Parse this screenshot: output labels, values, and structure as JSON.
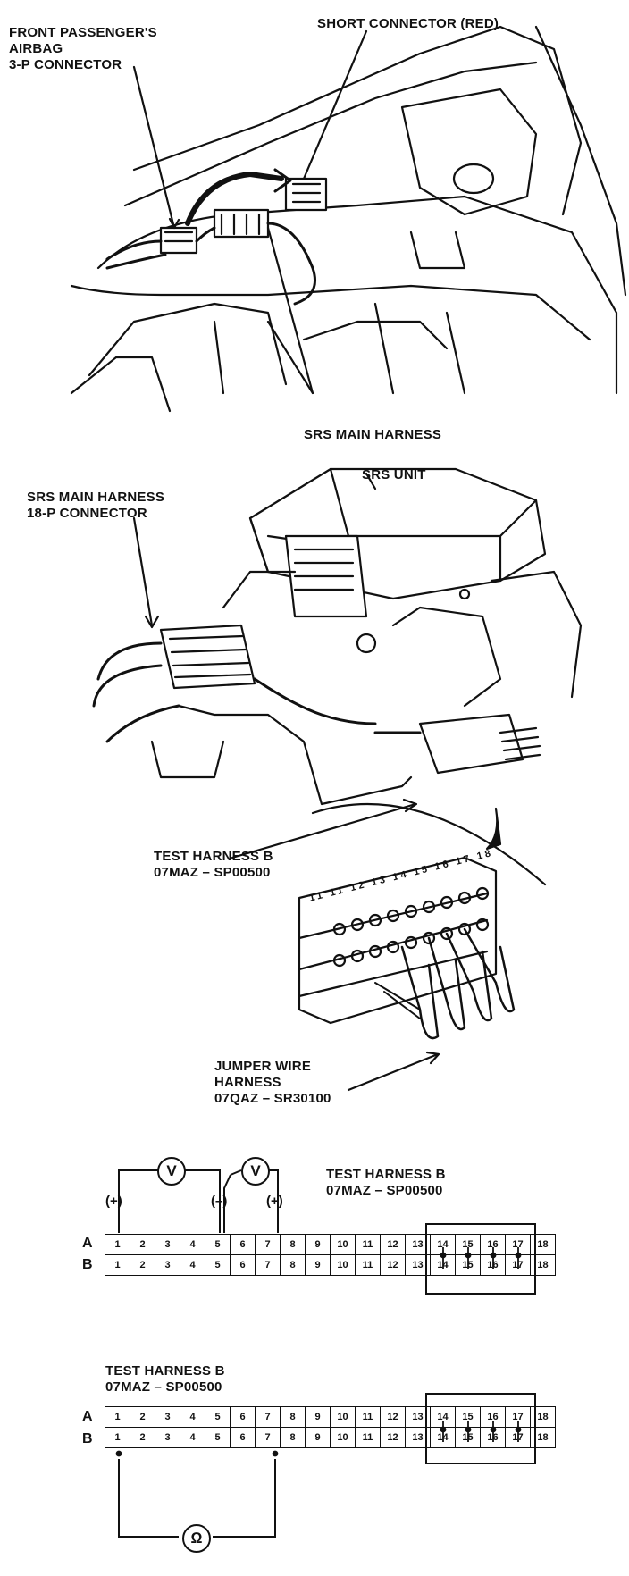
{
  "labels": {
    "passenger_connector": [
      "FRONT PASSENGER'S",
      "AIRBAG",
      "3-P CONNECTOR"
    ],
    "short_connector": "SHORT CONNECTOR (RED)",
    "srs_main_harness": "SRS MAIN HARNESS",
    "srs_unit": "SRS UNIT",
    "harness_18p": [
      "SRS MAIN HARNESS",
      "18-P CONNECTOR"
    ],
    "test_harness": [
      "TEST HARNESS B",
      "07MAZ – SP00500"
    ],
    "jumper": [
      "JUMPER WIRE",
      "HARNESS",
      "07QAZ – SR30100"
    ]
  },
  "closeup_pin_numbers": [
    "11",
    "11",
    "12",
    "13",
    "14",
    "15",
    "16",
    "17",
    "18"
  ],
  "pin_numbers": [
    "1",
    "2",
    "3",
    "4",
    "5",
    "6",
    "7",
    "8",
    "9",
    "10",
    "11",
    "12",
    "13",
    "14",
    "15",
    "16",
    "17",
    "18"
  ],
  "rows": [
    "A",
    "B"
  ],
  "voltmeter_symbol": "V",
  "ohmmeter_symbol": "Ω",
  "probe_signs": [
    "(+)",
    "(–)",
    "(+)"
  ]
}
